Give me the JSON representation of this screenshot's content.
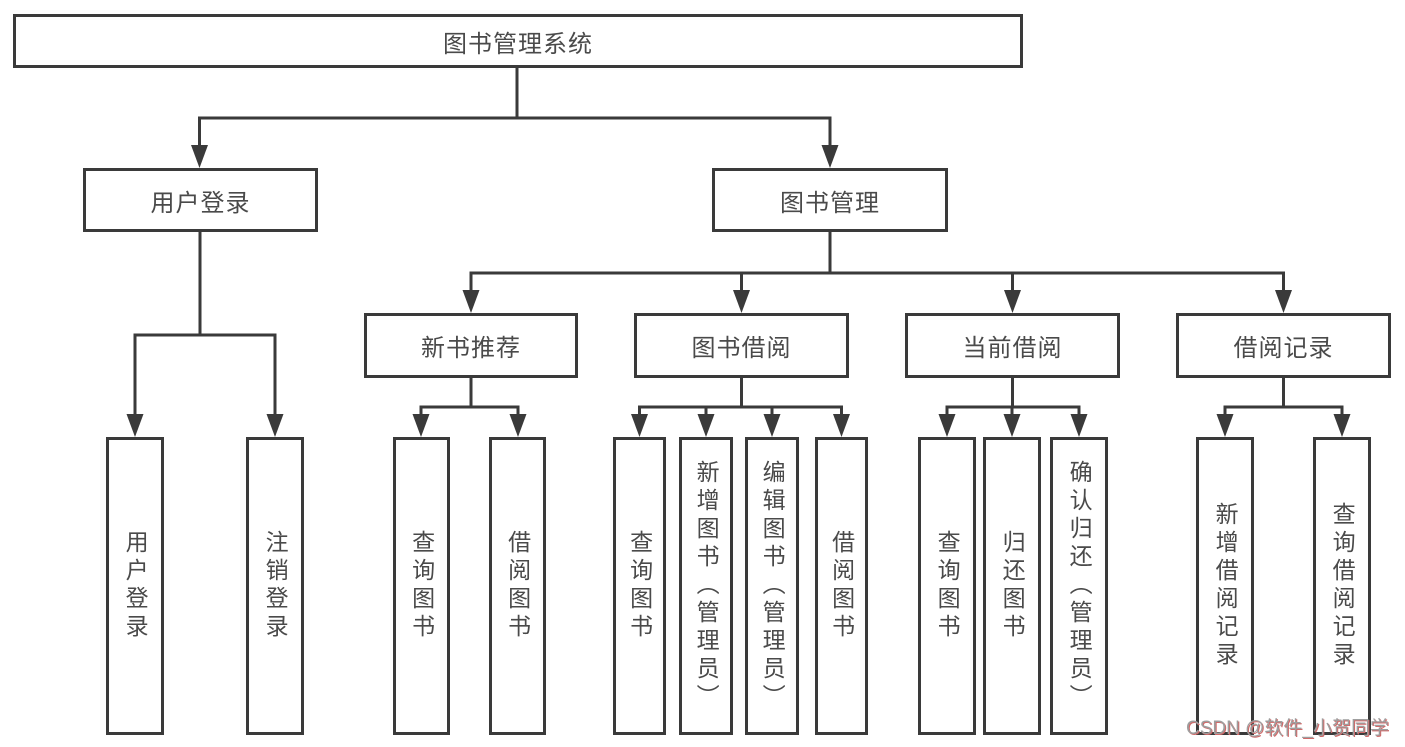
{
  "diagram": {
    "title": "图书管理系统",
    "level2": {
      "user_login": "用户登录",
      "book_management": "图书管理"
    },
    "level3": {
      "new_books": "新书推荐",
      "book_borrow": "图书借阅",
      "current_borrow": "当前借阅",
      "borrow_records": "借阅记录"
    },
    "leaves": {
      "user_login": {
        "login": "用户登录",
        "logout": "注销登录"
      },
      "new_books": {
        "query": "查询图书",
        "borrow": "借阅图书"
      },
      "book_borrow": {
        "query": "查询图书",
        "add": "新增图书（管理员）",
        "edit": "编辑图书（管理员）",
        "borrow": "借阅图书"
      },
      "current_borrow": {
        "query": "查询图书",
        "return": "归还图书",
        "confirm_return": "确认归还（管理员）"
      },
      "borrow_records": {
        "add": "新增借阅记录",
        "query": "查询借阅记录"
      }
    }
  },
  "watermark": "CSDN @软件_小贺同学",
  "colors": {
    "line": "#3a3a3a",
    "box_border": "#3a3a3a",
    "text": "#4a4a4a",
    "background": "#ffffff",
    "watermark_text": "#9e9e9e",
    "watermark_shadow": "#d06a6a"
  }
}
